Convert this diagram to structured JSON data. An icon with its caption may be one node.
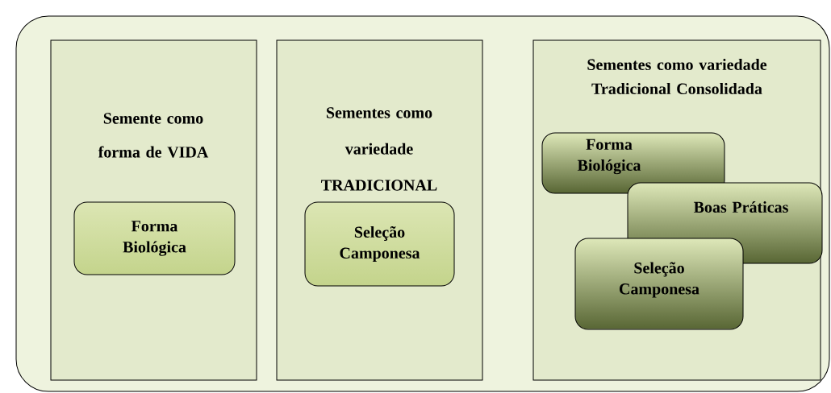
{
  "diagram": {
    "nodes": [
      {
        "text": [],
        "shape": "box"
      },
      {
        "text": [
          "Semente como forma de VIDA"
        ],
        "in": 0
      },
      {
        "text": [
          "Forma Biológica"
        ],
        "in": 1
      },
      {
        "text": [
          "Sementes como variedade TRADICIONAL"
        ],
        "in": 0
      },
      {
        "text": [
          "Seleção Camponesa"
        ],
        "in": 3
      },
      {
        "text": [
          "Sementes como variedade Tradicional Consolidada"
        ],
        "in": 0
      },
      {
        "text": [
          "Forma Biológica"
        ],
        "in": 5
      },
      {
        "text": [
          "Boas Práticas"
        ],
        "in": 5
      },
      {
        "text": [
          "Seleção Camponesa"
        ],
        "in": 5
      }
    ]
  }
}
